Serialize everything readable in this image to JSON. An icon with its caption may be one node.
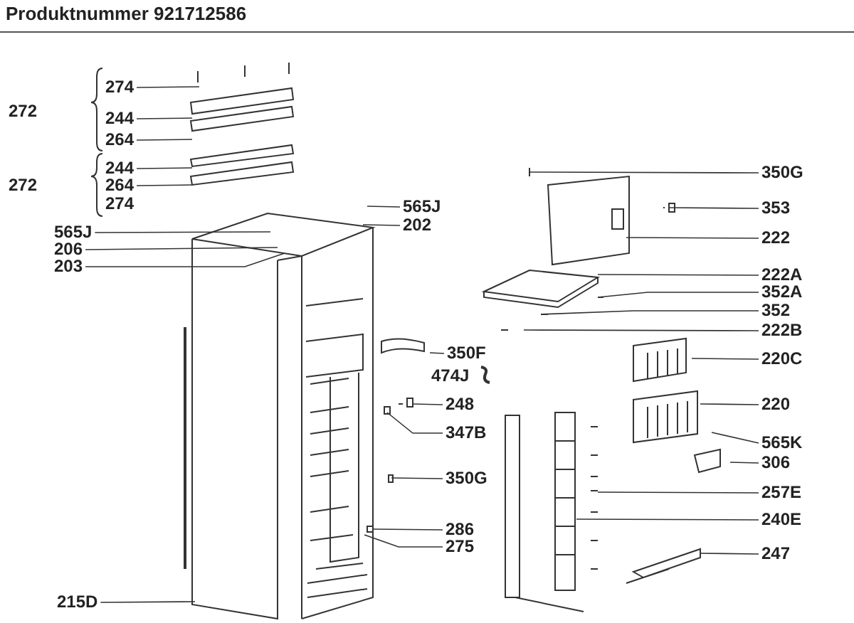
{
  "diagram": {
    "title": "Produktnummer 921712586",
    "nodes": [
      {
        "text": [
          "274"
        ]
      },
      {
        "text": [
          "244"
        ]
      },
      {
        "text": [
          "264"
        ]
      },
      {
        "text": [
          "244"
        ]
      },
      {
        "text": [
          "264"
        ]
      },
      {
        "text": [
          "565J"
        ]
      },
      {
        "text": [
          "206"
        ]
      },
      {
        "text": [
          "203"
        ]
      },
      {
        "text": [
          "565J"
        ]
      },
      {
        "text": [
          "202"
        ]
      },
      {
        "text": [
          "350F"
        ]
      },
      {
        "text": [
          "248"
        ]
      },
      {
        "text": [
          "347B"
        ]
      },
      {
        "text": [
          "350G"
        ]
      },
      {
        "text": [
          "286"
        ]
      },
      {
        "text": [
          "275"
        ]
      },
      {
        "text": [
          "215D"
        ]
      },
      {
        "text": [
          "350G"
        ]
      },
      {
        "text": [
          "353"
        ]
      },
      {
        "text": [
          "222"
        ]
      },
      {
        "text": [
          "222A"
        ]
      },
      {
        "text": [
          "352A"
        ]
      },
      {
        "text": [
          "352"
        ]
      },
      {
        "text": [
          "222B"
        ]
      },
      {
        "text": [
          "220C"
        ]
      },
      {
        "text": [
          "220"
        ]
      },
      {
        "text": [
          "565K"
        ]
      },
      {
        "text": [
          "306"
        ]
      },
      {
        "text": [
          "257E"
        ]
      },
      {
        "text": [
          "240E"
        ]
      },
      {
        "text": [
          "247"
        ]
      }
    ],
    "edges": [
      {
        "from": 0,
        "to": null,
        "arrow": "none"
      },
      {
        "from": 1,
        "to": null,
        "arrow": "none"
      },
      {
        "from": 2,
        "to": null,
        "arrow": "none"
      },
      {
        "from": 3,
        "to": null,
        "arrow": "none"
      },
      {
        "from": 4,
        "to": null,
        "arrow": "none"
      },
      {
        "from": 5,
        "to": null,
        "arrow": "none"
      },
      {
        "from": 6,
        "to": null,
        "arrow": "none"
      },
      {
        "from": 7,
        "to": null,
        "arrow": "none"
      },
      {
        "from": 8,
        "to": null,
        "arrow": "none"
      },
      {
        "from": 9,
        "to": null,
        "arrow": "none"
      },
      {
        "from": 10,
        "to": null,
        "arrow": "none"
      },
      {
        "from": 11,
        "to": null,
        "arrow": "none"
      },
      {
        "from": 12,
        "to": null,
        "arrow": "none"
      },
      {
        "from": 13,
        "to": null,
        "arrow": "none"
      },
      {
        "from": 14,
        "to": null,
        "arrow": "none"
      },
      {
        "from": 15,
        "to": null,
        "arrow": "none"
      },
      {
        "from": 16,
        "to": null,
        "arrow": "none"
      },
      {
        "from": 17,
        "to": null,
        "arrow": "none"
      },
      {
        "from": 18,
        "to": null,
        "arrow": "none"
      },
      {
        "from": 19,
        "to": null,
        "arrow": "none"
      },
      {
        "from": 20,
        "to": null,
        "arrow": "none"
      },
      {
        "from": 21,
        "to": null,
        "arrow": "none"
      },
      {
        "from": 22,
        "to": null,
        "arrow": "none"
      },
      {
        "from": 23,
        "to": null,
        "arrow": "none"
      },
      {
        "from": 24,
        "to": null,
        "arrow": "none"
      },
      {
        "from": 25,
        "to": null,
        "arrow": "none"
      },
      {
        "from": 26,
        "to": null,
        "arrow": "none"
      },
      {
        "from": 27,
        "to": null,
        "arrow": "none"
      },
      {
        "from": 28,
        "to": null,
        "arrow": "none"
      },
      {
        "from": 29,
        "to": null,
        "arrow": "none"
      },
      {
        "from": 30,
        "to": null,
        "arrow": "none"
      }
    ],
    "labels": [
      "272",
      "272",
      "274",
      "474J"
    ]
  }
}
